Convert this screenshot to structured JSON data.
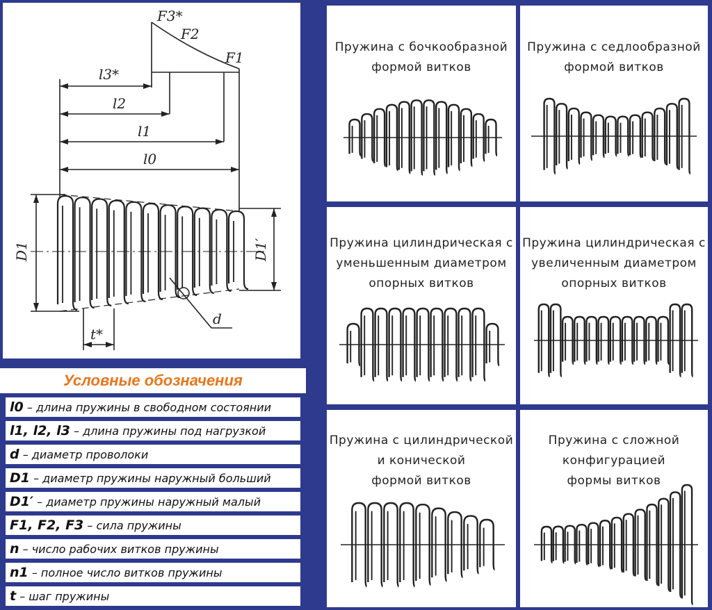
{
  "drawing": {
    "labels": {
      "f3": "F3*",
      "f2": "F2",
      "f1": "F1",
      "l3": "l3*",
      "l2": "l2",
      "l1": "l1",
      "l0": "l0",
      "d1": "D1",
      "d1p": "D1′",
      "d": "d",
      "t": "t*"
    }
  },
  "legend": {
    "title": "Условные обозначения",
    "items": [
      {
        "symbol": "l0",
        "text": "– длина пружины в свободном состоянии"
      },
      {
        "symbol": "l1, l2, l3",
        "text": "– длина пружины под нагрузкой"
      },
      {
        "symbol": "d",
        "text": "– диаметр проволоки"
      },
      {
        "symbol": "D1",
        "text": "– диаметр пружины наружный больший"
      },
      {
        "symbol": "D1′",
        "text": "– диаметр пружины наружный малый"
      },
      {
        "symbol": "F1, F2, F3",
        "text": "– сила пружины"
      },
      {
        "symbol": "n",
        "text": "– число рабочих витков пружины"
      },
      {
        "symbol": "n1",
        "text": "– полное число витков пружины"
      },
      {
        "symbol": "t",
        "text": "– шаг пружины"
      }
    ]
  },
  "springs": [
    {
      "line1": "Пружина с бочкообразной",
      "line2": "формой витков",
      "line3": ""
    },
    {
      "line1": "Пружина с седлообразной",
      "line2": "формой витков",
      "line3": ""
    },
    {
      "line1": "Пружина цилиндрическая с",
      "line2": "уменьшенным диаметром",
      "line3": "опорных витков"
    },
    {
      "line1": "Пружина цилиндрическая с",
      "line2": "увеличенным диаметром",
      "line3": "опорных витков"
    },
    {
      "line1": "Пружина с цилиндрической",
      "line2": "и конической",
      "line3": "формой витков"
    },
    {
      "line1": "Пружина с сложной",
      "line2": "конфигурацией",
      "line3": "формы витков"
    }
  ]
}
